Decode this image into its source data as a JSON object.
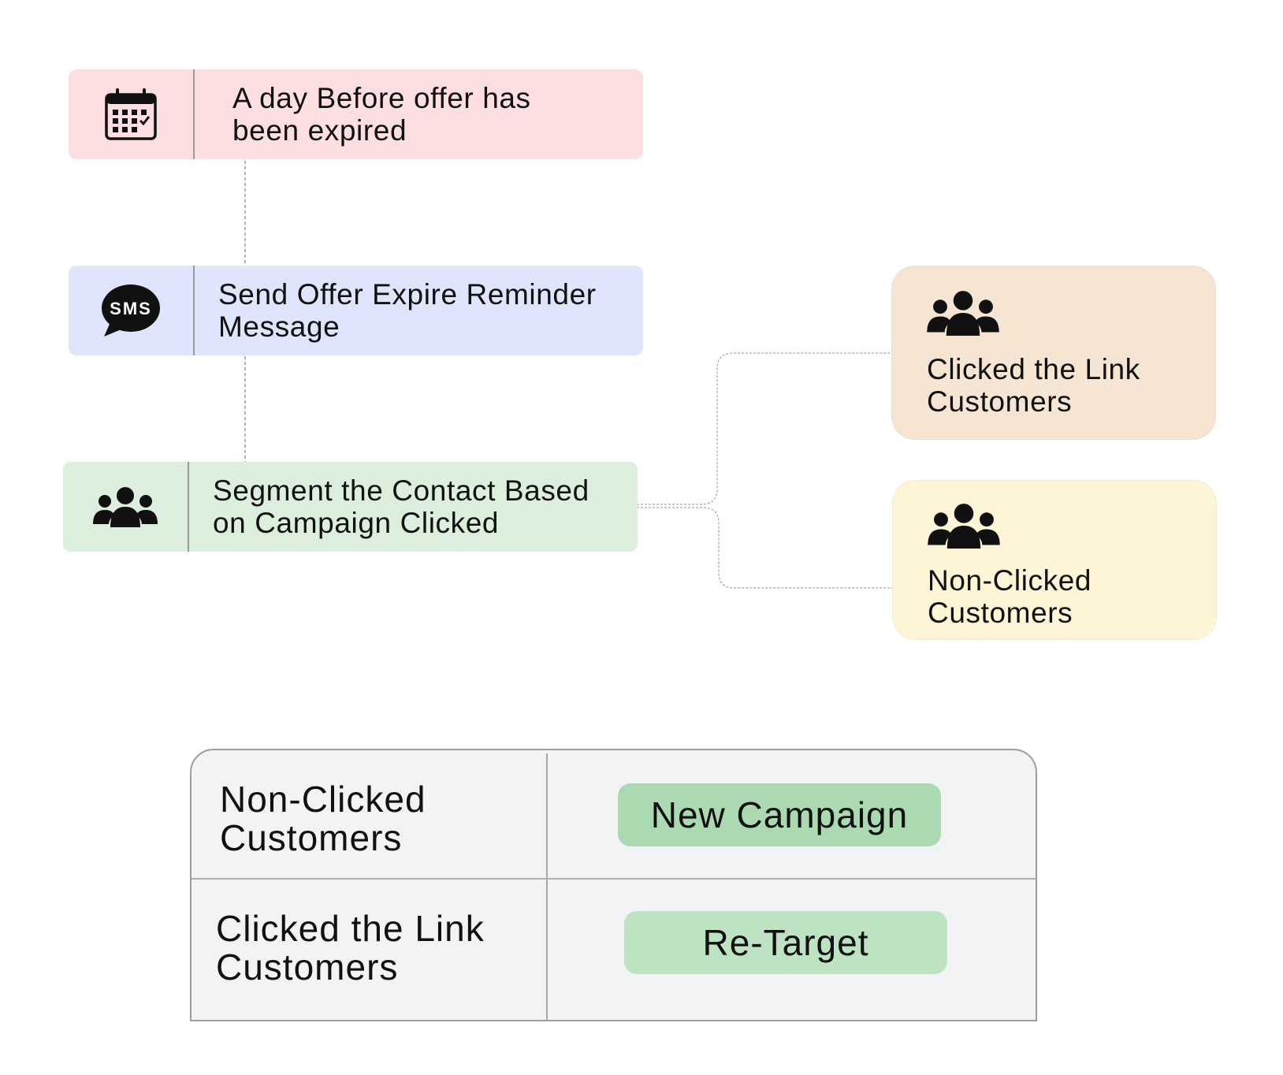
{
  "colors": {
    "step_expired_bg": "#fddfe2",
    "step_sms_bg": "#dfe5fc",
    "step_segment_bg": "#dcefdd",
    "segment_clicked_bg": "#f6e5d3",
    "segment_nonclicked_bg": "#fdf5d6",
    "table_bg": "#f2f3f5",
    "action_new_campaign_bg": "#aad9b2",
    "action_retarget_bg": "#bde3c3",
    "connector": "#9a9a9a"
  },
  "flow": {
    "steps": [
      {
        "icon": "calendar-icon",
        "label": "A day Before offer has\nbeen expired"
      },
      {
        "icon": "sms-bubble-icon",
        "icon_text": "SMS",
        "label": "Send Offer Expire Reminder\nMessage"
      },
      {
        "icon": "group-icon",
        "label": "Segment the Contact Based\non Campaign Clicked"
      }
    ],
    "segments": [
      {
        "icon": "group-icon",
        "label": "Clicked the Link\nCustomers"
      },
      {
        "icon": "group-icon",
        "label": "Non-Clicked\nCustomers"
      }
    ]
  },
  "actions_table": {
    "rows": [
      {
        "segment": "Non-Clicked\nCustomers",
        "action": "New Campaign"
      },
      {
        "segment": "Clicked the Link\nCustomers",
        "action": "Re-Target"
      }
    ]
  }
}
